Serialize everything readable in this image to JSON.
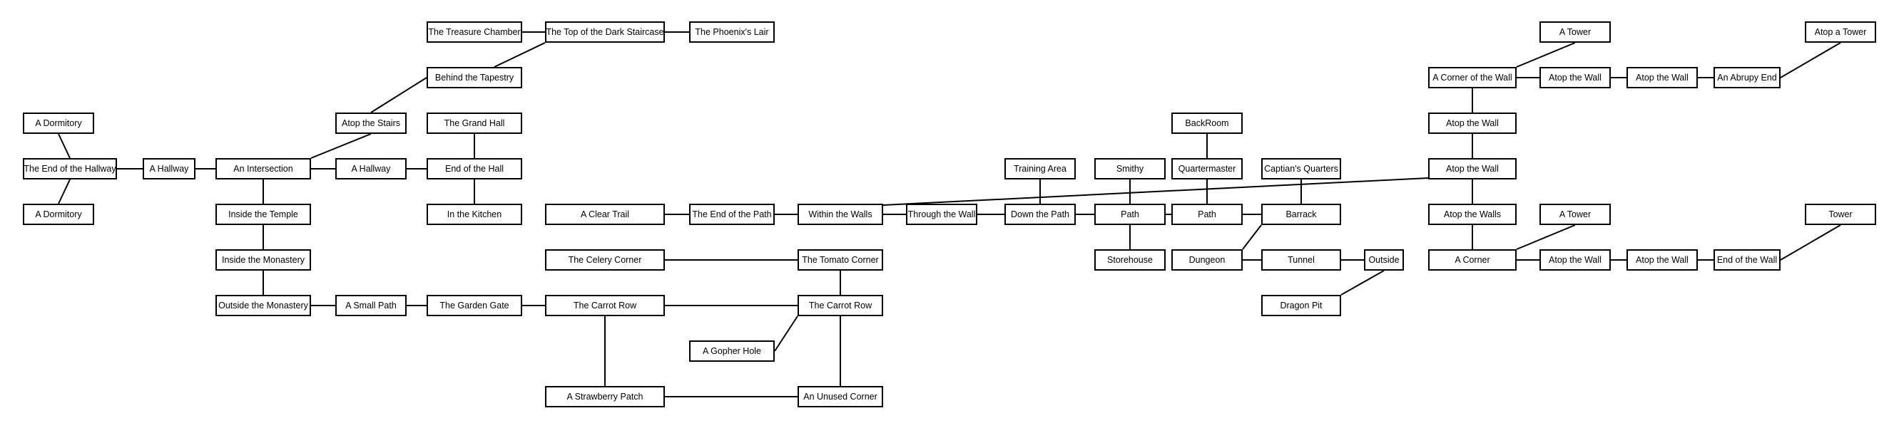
{
  "diagram": {
    "type": "room-map",
    "nodes": [
      {
        "id": "dormitory_top",
        "label": "A Dormitory"
      },
      {
        "id": "end_hallway",
        "label": "The End of the Hallway"
      },
      {
        "id": "dormitory_bottom",
        "label": "A Dormitory"
      },
      {
        "id": "hallway_1",
        "label": "A Hallway"
      },
      {
        "id": "intersection",
        "label": "An Intersection"
      },
      {
        "id": "inside_temple",
        "label": "Inside the Temple"
      },
      {
        "id": "inside_monastery",
        "label": "Inside the Monastery"
      },
      {
        "id": "outside_monastery",
        "label": "Outside the Monastery"
      },
      {
        "id": "small_path",
        "label": "A Small Path"
      },
      {
        "id": "garden_gate",
        "label": "The Garden Gate"
      },
      {
        "id": "atop_stairs",
        "label": "Atop the Stairs"
      },
      {
        "id": "hallway_2",
        "label": "A Hallway"
      },
      {
        "id": "behind_tapestry",
        "label": "Behind the Tapestry"
      },
      {
        "id": "treasure_chamber",
        "label": "The Treasure Chamber"
      },
      {
        "id": "top_staircase",
        "label": "The Top of the Dark Staircase"
      },
      {
        "id": "phoenix_lair",
        "label": "The Phoenix's Lair"
      },
      {
        "id": "grand_hall",
        "label": "The Grand Hall"
      },
      {
        "id": "end_hall",
        "label": "End of the Hall"
      },
      {
        "id": "kitchen",
        "label": "In the Kitchen"
      },
      {
        "id": "clear_trail",
        "label": "A Clear Trail"
      },
      {
        "id": "end_path",
        "label": "The End of the Path"
      },
      {
        "id": "within_walls",
        "label": "Within the Walls"
      },
      {
        "id": "through_wall",
        "label": "Through the Wall"
      },
      {
        "id": "down_path",
        "label": "Down the Path"
      },
      {
        "id": "training_area",
        "label": "Training Area"
      },
      {
        "id": "smithy",
        "label": "Smithy"
      },
      {
        "id": "path_1",
        "label": "Path"
      },
      {
        "id": "storehouse",
        "label": "Storehouse"
      },
      {
        "id": "backroom",
        "label": "BackRoom"
      },
      {
        "id": "quartermaster",
        "label": "Quartermaster"
      },
      {
        "id": "path_2",
        "label": "Path"
      },
      {
        "id": "captain_quarters",
        "label": "Captian's Quarters"
      },
      {
        "id": "barrack",
        "label": "Barrack"
      },
      {
        "id": "dungeon",
        "label": "Dungeon"
      },
      {
        "id": "tunnel",
        "label": "Tunnel"
      },
      {
        "id": "outside",
        "label": "Outside"
      },
      {
        "id": "dragon_pit",
        "label": "Dragon Pit"
      },
      {
        "id": "celery_corner",
        "label": "The Celery Corner"
      },
      {
        "id": "tomato_corner",
        "label": "The Tomato Corner"
      },
      {
        "id": "carrot_row_1",
        "label": "The Carrot Row"
      },
      {
        "id": "carrot_row_2",
        "label": "The Carrot Row"
      },
      {
        "id": "gopher_hole",
        "label": "A Gopher Hole"
      },
      {
        "id": "strawberry_patch",
        "label": "A Strawberry Patch"
      },
      {
        "id": "unused_corner",
        "label": "An Unused Corner"
      },
      {
        "id": "tower_1",
        "label": "A Tower"
      },
      {
        "id": "corner_wall",
        "label": "A Corner of the Wall"
      },
      {
        "id": "atop_wall_a",
        "label": "Atop the Wall"
      },
      {
        "id": "atop_wall_b",
        "label": "Atop the Wall"
      },
      {
        "id": "abrupt_end",
        "label": "An Abrupy End"
      },
      {
        "id": "atop_tower",
        "label": "Atop a Tower"
      },
      {
        "id": "atop_wall_c",
        "label": "Atop the Wall"
      },
      {
        "id": "atop_wall_d",
        "label": "Atop the Wall"
      },
      {
        "id": "atop_walls",
        "label": "Atop the Walls"
      },
      {
        "id": "corner",
        "label": "A Corner"
      },
      {
        "id": "tower_2",
        "label": "A Tower"
      },
      {
        "id": "atop_wall_e",
        "label": "Atop the Wall"
      },
      {
        "id": "atop_wall_f",
        "label": "Atop the Wall"
      },
      {
        "id": "end_wall",
        "label": "End of the Wall"
      },
      {
        "id": "tower_3",
        "label": "Tower"
      }
    ],
    "edges": [
      [
        "dormitory_top",
        "end_hallway"
      ],
      [
        "end_hallway",
        "dormitory_bottom"
      ],
      [
        "end_hallway",
        "hallway_1"
      ],
      [
        "hallway_1",
        "intersection"
      ],
      [
        "intersection",
        "inside_temple"
      ],
      [
        "inside_temple",
        "inside_monastery"
      ],
      [
        "inside_monastery",
        "outside_monastery"
      ],
      [
        "outside_monastery",
        "small_path"
      ],
      [
        "small_path",
        "garden_gate"
      ],
      [
        "garden_gate",
        "carrot_row_1"
      ],
      [
        "intersection",
        "atop_stairs"
      ],
      [
        "atop_stairs",
        "behind_tapestry"
      ],
      [
        "behind_tapestry",
        "top_staircase"
      ],
      [
        "treasure_chamber",
        "top_staircase"
      ],
      [
        "top_staircase",
        "phoenix_lair"
      ],
      [
        "intersection",
        "hallway_2"
      ],
      [
        "hallway_2",
        "end_hall"
      ],
      [
        "grand_hall",
        "end_hall"
      ],
      [
        "end_hall",
        "kitchen"
      ],
      [
        "clear_trail",
        "end_path"
      ],
      [
        "end_path",
        "within_walls"
      ],
      [
        "within_walls",
        "through_wall"
      ],
      [
        "through_wall",
        "down_path"
      ],
      [
        "training_area",
        "down_path"
      ],
      [
        "down_path",
        "path_1"
      ],
      [
        "smithy",
        "path_1"
      ],
      [
        "path_1",
        "storehouse"
      ],
      [
        "path_1",
        "path_2"
      ],
      [
        "backroom",
        "quartermaster"
      ],
      [
        "quartermaster",
        "path_2"
      ],
      [
        "path_2",
        "barrack"
      ],
      [
        "captain_quarters",
        "barrack"
      ],
      [
        "barrack",
        "dungeon"
      ],
      [
        "dungeon",
        "tunnel"
      ],
      [
        "tunnel",
        "outside"
      ],
      [
        "outside",
        "dragon_pit"
      ],
      [
        "within_walls",
        "atop_wall_d"
      ],
      [
        "celery_corner",
        "tomato_corner"
      ],
      [
        "tomato_corner",
        "carrot_row_2"
      ],
      [
        "carrot_row_1",
        "carrot_row_2"
      ],
      [
        "carrot_row_2",
        "gopher_hole"
      ],
      [
        "carrot_row_1",
        "strawberry_patch"
      ],
      [
        "carrot_row_2",
        "unused_corner"
      ],
      [
        "strawberry_patch",
        "unused_corner"
      ],
      [
        "tower_1",
        "corner_wall"
      ],
      [
        "corner_wall",
        "atop_wall_a"
      ],
      [
        "atop_wall_a",
        "atop_wall_b"
      ],
      [
        "atop_wall_b",
        "abrupt_end"
      ],
      [
        "abrupt_end",
        "atop_tower"
      ],
      [
        "corner_wall",
        "atop_wall_c"
      ],
      [
        "atop_wall_c",
        "atop_wall_d"
      ],
      [
        "atop_wall_d",
        "atop_walls"
      ],
      [
        "atop_walls",
        "corner"
      ],
      [
        "corner",
        "tower_2"
      ],
      [
        "corner",
        "atop_wall_e"
      ],
      [
        "atop_wall_e",
        "atop_wall_f"
      ],
      [
        "atop_wall_f",
        "end_wall"
      ],
      [
        "end_wall",
        "tower_3"
      ]
    ]
  }
}
